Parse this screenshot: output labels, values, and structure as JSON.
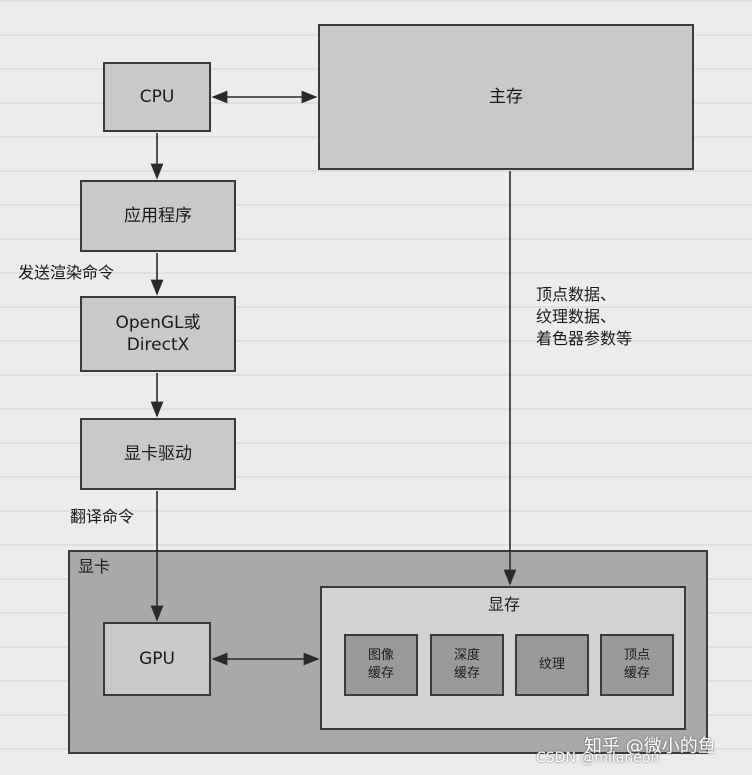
{
  "nodes": {
    "cpu": "CPU",
    "main_memory": "主存",
    "application": "应用程序",
    "opengl": "OpenGL或\nDirectX",
    "driver": "显卡驱动",
    "graphics_card": "显卡",
    "gpu": "GPU",
    "vram": "显存",
    "frame_buffer": "图像\n缓存",
    "depth_buffer": "深度\n缓存",
    "texture": "纹理",
    "vertex_buffer": "顶点\n缓存"
  },
  "edge_labels": {
    "send_render_cmd": "发送渲染命令",
    "translate_cmd": "翻译命令",
    "data_transfer": "顶点数据、\n纹理数据、\n着色器参数等"
  },
  "watermark": {
    "zhihu": "知乎 @微小的鱼",
    "csdn": "CSDN @milaneon"
  }
}
